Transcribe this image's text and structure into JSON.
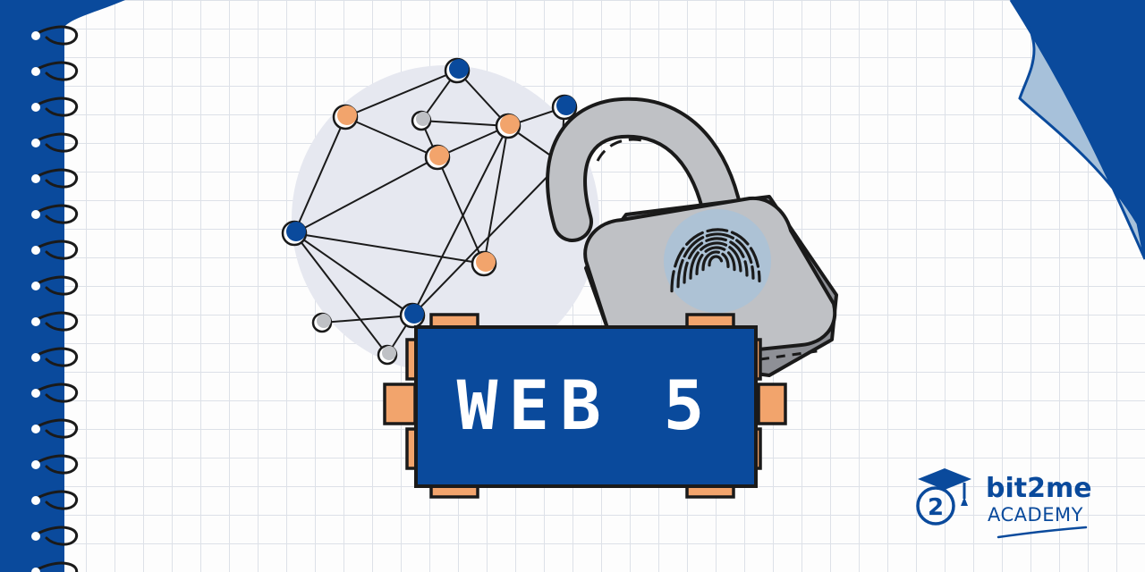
{
  "illustration": {
    "banner_text": "WEB 5",
    "icons": [
      "network-graph",
      "padlock-icon",
      "fingerprint-icon",
      "spiral-notebook-binding",
      "page-curl"
    ]
  },
  "brand": {
    "name": "bit2me",
    "subtitle": "ACADEMY",
    "badge_number": "2",
    "icon": "graduation-cap-icon"
  },
  "colors": {
    "brand_blue": "#0a4a9c",
    "accent_orange": "#f2a46c",
    "lock_gray": "#bfc1c5",
    "circle_bg": "#e6e8f0",
    "page_curl": "#a7c1da"
  }
}
